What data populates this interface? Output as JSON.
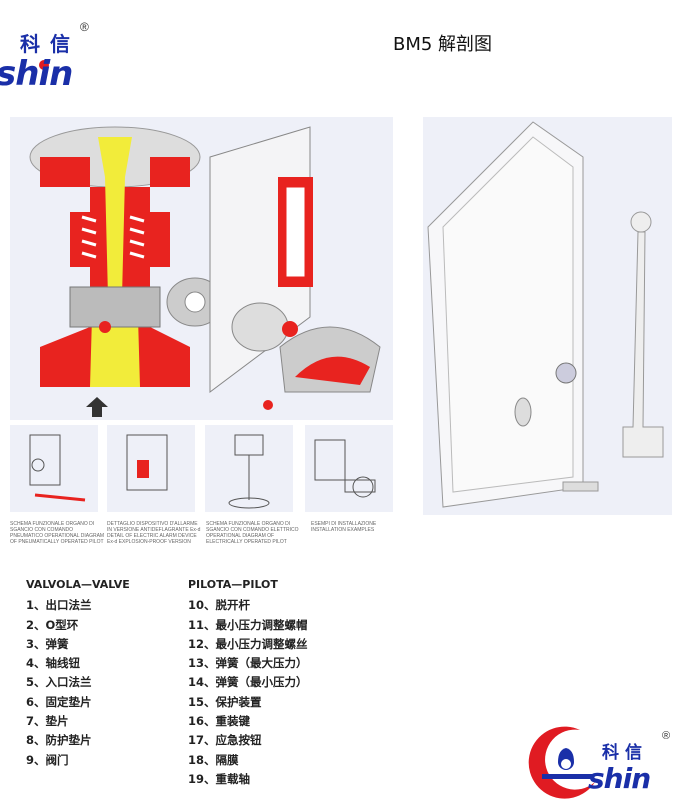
{
  "logo_top": {
    "cn": "科信",
    "en": "shin",
    "reg": "®"
  },
  "title": "BM5 解剖图",
  "captions": [
    "SCHEMA FUNZIONALE ORGANO DI SGANCIO CON COMANDO PNEUMATICO OPERATIONAL DIAGRAM OF PNEUMATICALLY OPERATED PILOT",
    "DETTAGLIO DISPOSITIVO D'ALLARME IN VERSIONE ANTIDEFLAGRANTE Ex-d DETAIL OF ELECTRIC ALARM DEVICE Ex-d EXPLOSION-PROOF VERSION",
    "SCHEMA FUNZIONALE ORGANO DI SGANCIO CON COMANDO ELETTRICO OPERATIONAL DIAGRAM OF ELECTRICALLY OPERATED PILOT",
    "ESEMPI DI INSTALLAZIONE INSTALLATION EXAMPLES"
  ],
  "valve": {
    "heading": "VALVOLA—VALVE",
    "items": [
      "1、出口法兰",
      "2、O型环",
      "3、弹簧",
      "4、轴线钮",
      "5、入口法兰",
      "6、固定垫片",
      "7、垫片",
      "8、防护垫片",
      "9、阀门"
    ]
  },
  "pilot": {
    "heading": "PILOTA—PILOT",
    "items": [
      "10、脱开杆",
      "11、最小压力调整螺帽",
      "12、最小压力调整螺丝",
      "13、弹簧（最大压力）",
      "14、弹簧（最小压力）",
      "15、保护装置",
      "16、重装键",
      "17、应急按钮",
      "18、隔膜",
      "19、重载轴"
    ]
  },
  "logo_bottom": {
    "cn": "科信",
    "en": "shin",
    "reg": "®"
  },
  "colors": {
    "brand_blue": "#1a2fa8",
    "brand_red": "#e01b22",
    "part_red": "#e8231f",
    "part_yellow": "#f2ec3a"
  }
}
